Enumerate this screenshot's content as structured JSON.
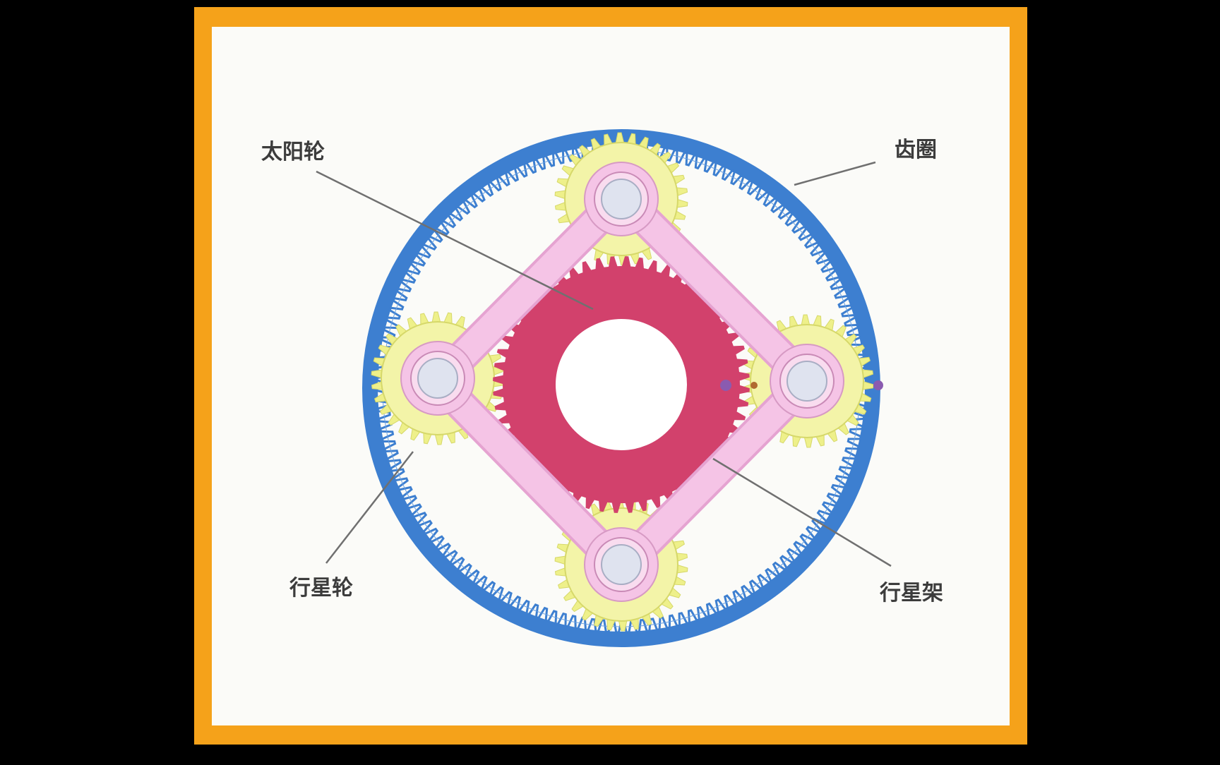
{
  "colors": {
    "background": "#000000",
    "frame": "#f5a21a",
    "panel": "#fbfbf8",
    "ring_gear": "#3d7fd0",
    "sun_gear": "#d2416c",
    "planet_gear": "#eef08a",
    "carrier": "#f5c4e6",
    "leader": "#707070"
  },
  "labels": {
    "sun_gear": "太阳轮",
    "ring_gear": "齿圈",
    "planet_gear": "行星轮",
    "carrier": "行星架"
  }
}
